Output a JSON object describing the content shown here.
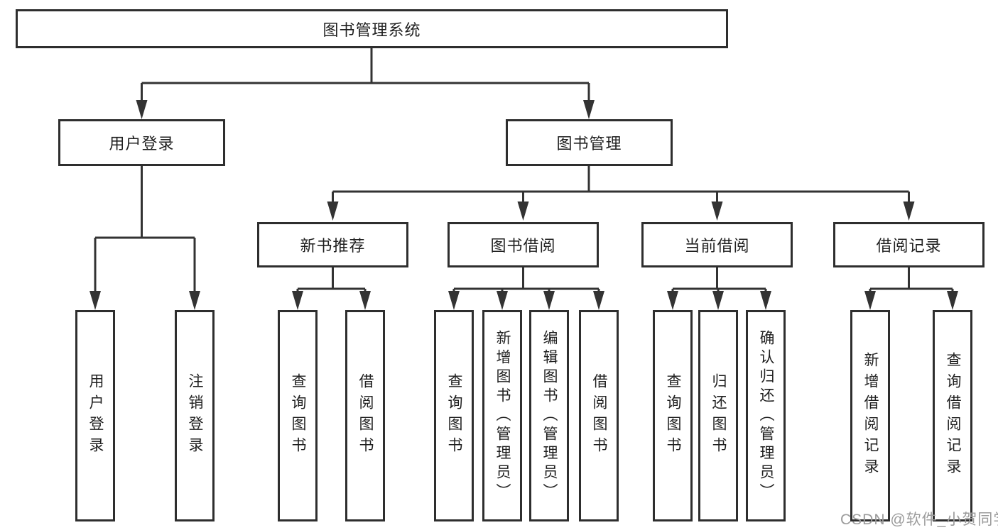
{
  "tree": {
    "label": "图书管理系统",
    "children": [
      {
        "label": "用户登录",
        "children": [
          {
            "label": "用户登录"
          },
          {
            "label": "注销登录"
          }
        ]
      },
      {
        "label": "图书管理",
        "children": [
          {
            "label": "新书推荐",
            "children": [
              {
                "label": "查询图书"
              },
              {
                "label": "借阅图书"
              }
            ]
          },
          {
            "label": "图书借阅",
            "children": [
              {
                "label": "查询图书"
              },
              {
                "label": "新增图书（管理员）"
              },
              {
                "label": "编辑图书（管理员）"
              },
              {
                "label": "借阅图书"
              }
            ]
          },
          {
            "label": "当前借阅",
            "children": [
              {
                "label": "查询图书"
              },
              {
                "label": "归还图书"
              },
              {
                "label": "确认归还（管理员）"
              }
            ]
          },
          {
            "label": "借阅记录",
            "children": [
              {
                "label": "新增借阅记录"
              },
              {
                "label": "查询借阅记录"
              }
            ]
          }
        ]
      }
    ]
  },
  "watermark": {
    "text": "CSDN @软件_小贺同学"
  },
  "colors": {
    "line": "#333333",
    "border": "#2e2e2e",
    "text": "#1f1f1f",
    "background": "#ffffff",
    "watermark": "#9b9b9b"
  }
}
